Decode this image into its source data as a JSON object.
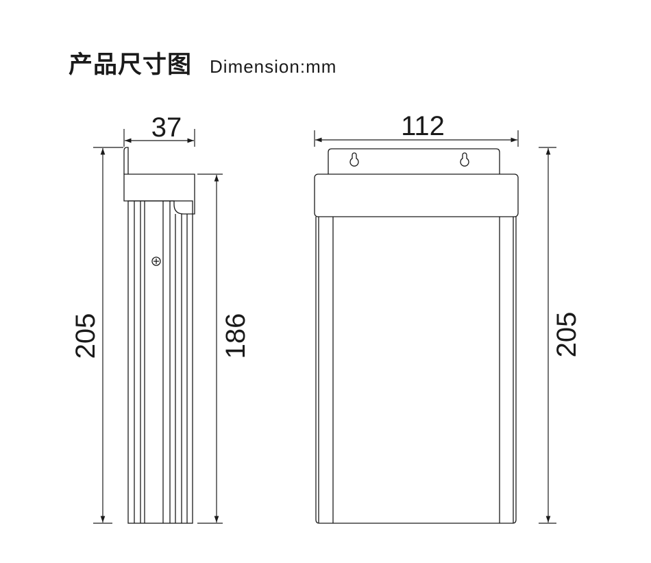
{
  "header": {
    "title_cn": "产品尺寸图",
    "title_en": "Dimension:mm"
  },
  "side_view": {
    "width_label": "37",
    "total_height_label": "205",
    "body_height_label": "186"
  },
  "front_view": {
    "width_label": "112",
    "height_label": "205"
  }
}
